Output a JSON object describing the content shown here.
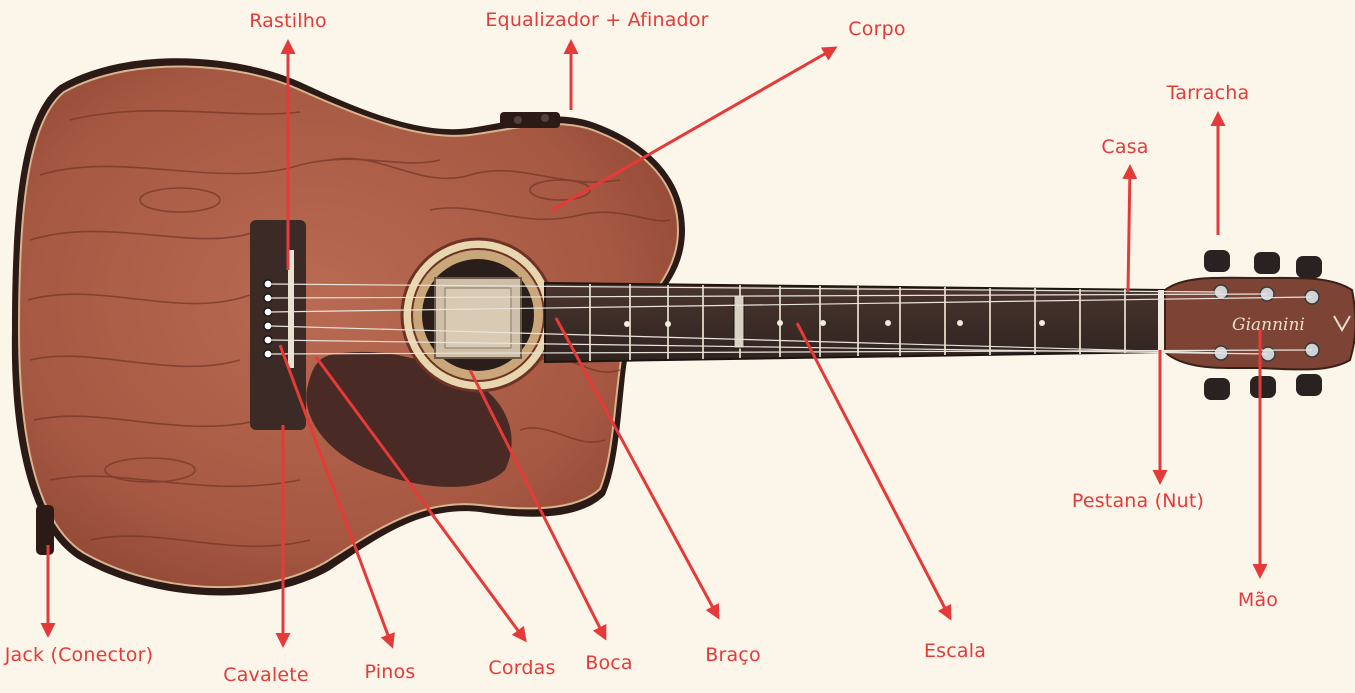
{
  "colors": {
    "background": "#fbf6e9",
    "accent": "#e63a3a",
    "body_wood": "#a85a45",
    "grain": "#6e3324",
    "pickguard": "#4a2a24",
    "fretboard": "#3b2a25",
    "headstock": "#7d4436"
  },
  "brand": "Giannini",
  "labels": {
    "rastilho": "Rastilho",
    "equalizador": "Equalizador + Afinador",
    "corpo": "Corpo",
    "tarracha": "Tarracha",
    "casa": "Casa",
    "pestana": "Pestana (Nut)",
    "mao": "Mão",
    "jack": "Jack (Conector)",
    "cavalete": "Cavalete",
    "pinos": "Pinos",
    "cordas": "Cordas",
    "boca": "Boca",
    "braco": "Braço",
    "escala": "Escala"
  }
}
